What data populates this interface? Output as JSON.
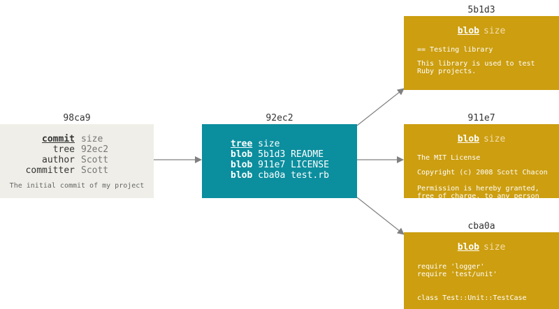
{
  "commit": {
    "hash": "98ca9",
    "header_key": "commit",
    "header_val": "size",
    "fields": [
      {
        "key": "tree",
        "value": "92ec2"
      },
      {
        "key": "author",
        "value": "Scott"
      },
      {
        "key": "committer",
        "value": "Scott"
      }
    ],
    "message": "The initial commit of my project"
  },
  "tree": {
    "hash": "92ec2",
    "header_key": "tree",
    "header_val": "size",
    "entries": [
      {
        "type": "blob",
        "hash": "5b1d3",
        "name": "README"
      },
      {
        "type": "blob",
        "hash": "911e7",
        "name": "LICENSE"
      },
      {
        "type": "blob",
        "hash": "cba0a",
        "name": "test.rb"
      }
    ]
  },
  "blobs": [
    {
      "hash": "5b1d3",
      "type": "blob",
      "size": "size",
      "lines": [
        "== Testing library",
        "",
        "This library is used to test",
        "Ruby projects."
      ]
    },
    {
      "hash": "911e7",
      "type": "blob",
      "size": "size",
      "lines": [
        "The MIT License",
        "",
        "Copyright (c) 2008 Scott Chacon",
        "",
        "Permission is hereby granted,",
        "free of charge, to any person"
      ]
    },
    {
      "hash": "cba0a",
      "type": "blob",
      "size": "size",
      "lines": [
        "require 'logger'",
        "require 'test/unit'",
        "",
        "",
        "class Test::Unit::TestCase"
      ]
    }
  ],
  "colors": {
    "commit_bg": "#efeee8",
    "tree_bg": "#0b8e9e",
    "blob_bg": "#cc9e10",
    "arrow": "#808080"
  }
}
